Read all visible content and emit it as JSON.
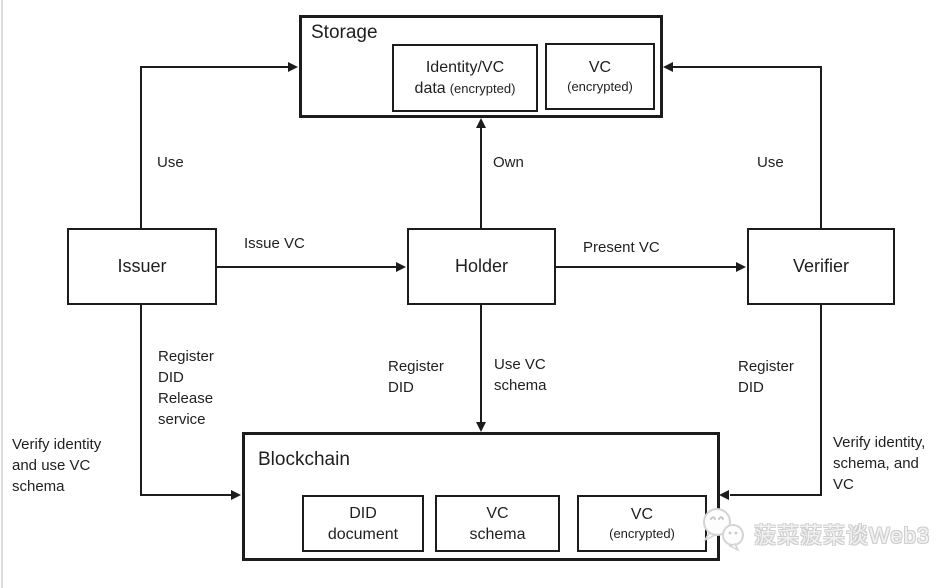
{
  "colors": {
    "line": "#1c1c1c",
    "text": "#1f1f1f",
    "background": "#ffffff",
    "watermark_gray": "#cfcfcf",
    "left_edge_line": "#dcdcdc"
  },
  "nodes": {
    "storage": {
      "title": "Storage"
    },
    "storage_identity": {
      "line1": "Identity/VC",
      "line2_main": "data",
      "line2_note": "(encrypted)"
    },
    "storage_vc": {
      "line1": "VC",
      "note": "(encrypted)"
    },
    "issuer": {
      "label": "Issuer"
    },
    "holder": {
      "label": "Holder"
    },
    "verifier": {
      "label": "Verifier"
    },
    "blockchain": {
      "title": "Blockchain"
    },
    "did_document": {
      "line1": "DID",
      "line2": "document"
    },
    "vc_schema": {
      "line1": "VC",
      "line2": "schema"
    },
    "blockchain_vc": {
      "line1": "VC",
      "note": "(encrypted)"
    }
  },
  "edges": {
    "issuer_storage": {
      "label": "Use"
    },
    "holder_storage": {
      "label": "Own"
    },
    "verifier_storage": {
      "label": "Use"
    },
    "issuer_holder": {
      "label": "Issue VC"
    },
    "holder_verifier": {
      "label": "Present VC"
    },
    "issuer_blockchain": {
      "right_label": "Register\nDID\nRelease\nservice",
      "left_label": "Verify identity\nand use VC\nschema"
    },
    "holder_blockchain": {
      "left_label": "Register\nDID",
      "right_label": "Use VC\nschema"
    },
    "verifier_blockchain": {
      "left_label": "Register\nDID",
      "right_label": "Verify identity,\nschema, and\nVC"
    }
  },
  "watermark": {
    "text": "菠菜菠菜谈Web3",
    "icon": "wechat-bubbles-icon"
  }
}
